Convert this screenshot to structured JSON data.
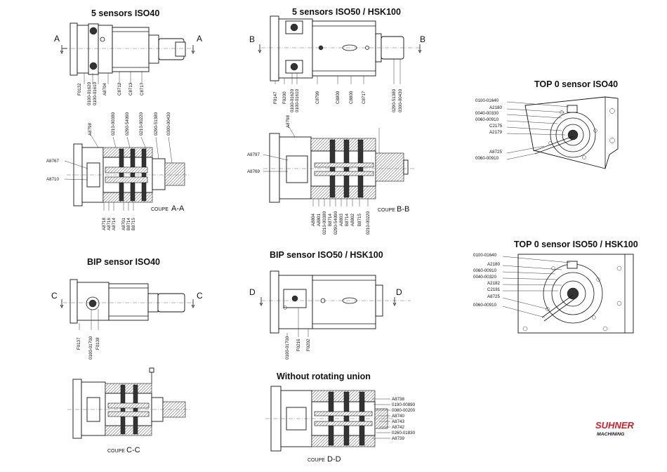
{
  "views": {
    "five_iso40": {
      "title": "5 sensors ISO40",
      "section_mark": "A",
      "refs": [
        "F0132",
        "0100-01620",
        "0100-01610",
        "A8704",
        "C8712",
        "C8713",
        "C8717"
      ]
    },
    "five_iso50": {
      "title": "5 sensors ISO50 / HSK100",
      "section_mark": "B",
      "refs": [
        "F0147",
        "F0200",
        "0100-01620",
        "0100-01610",
        "C8799",
        "C8800",
        "C8800",
        "C8717",
        "0290-51380",
        "0300-00430"
      ]
    },
    "section_aa": {
      "refs_top": [
        "A8798",
        "0210-00380",
        "0290-54090",
        "0210-00220",
        "0290-51380",
        "0300-00430"
      ],
      "refs_left": [
        "A8767",
        "A8710"
      ],
      "refs_bottom": [
        "A8718",
        "A8716",
        "A8714",
        "A8701",
        "B8714",
        "B8715"
      ],
      "coupe_word": "COUPE",
      "coupe_letters": "A-A"
    },
    "section_bb": {
      "refs_top": [
        "A8798"
      ],
      "refs_left": [
        "A8797",
        "A8769"
      ],
      "refs_bottom": [
        "A8804",
        "A8801",
        "0210-00380",
        "B8714",
        "0290-54090",
        "A8803",
        "B8714",
        "A8802",
        "B8715",
        "0210-00220"
      ],
      "coupe_word": "COUPE",
      "coupe_letters": "B-B"
    },
    "top0_iso40": {
      "title": "TOP 0 sensor ISO40",
      "refs": [
        "0100-01640",
        "A2180",
        "0040-00330",
        "0060-00910",
        "C2175",
        "A2179",
        "A8725",
        "0060-00910"
      ]
    },
    "top0_iso50": {
      "title": "TOP 0 sensor ISO50 / HSK100",
      "refs": [
        "0100-01640",
        "A2180",
        "0060-00910",
        "0040-00320",
        "A2182",
        "C2181",
        "A8725",
        "0060-00910"
      ]
    },
    "bip_iso40": {
      "title": "BIP sensor ISO40",
      "section_mark": "C",
      "refs": [
        "F0137",
        "0100-01700",
        "F0138"
      ]
    },
    "bip_iso50": {
      "title": "BIP sensor ISO50 / HSK100",
      "section_mark": "D",
      "refs": [
        "0100-01700",
        "F0216",
        "F0202"
      ]
    },
    "section_cc": {
      "coupe_word": "COUPE",
      "coupe_letters": "C-C"
    },
    "without_union": {
      "title": "Without rotating union",
      "refs": [
        "A8738",
        "0190-00890",
        "0080-00200",
        "A8740",
        "A8743",
        "A8742",
        "0260-01830",
        "A8739"
      ],
      "coupe_word": "COUPE",
      "coupe_letters": "D-D"
    }
  },
  "brand": {
    "name": "SUHNER",
    "sub": "MACHINING",
    "color": "#d0202a"
  }
}
